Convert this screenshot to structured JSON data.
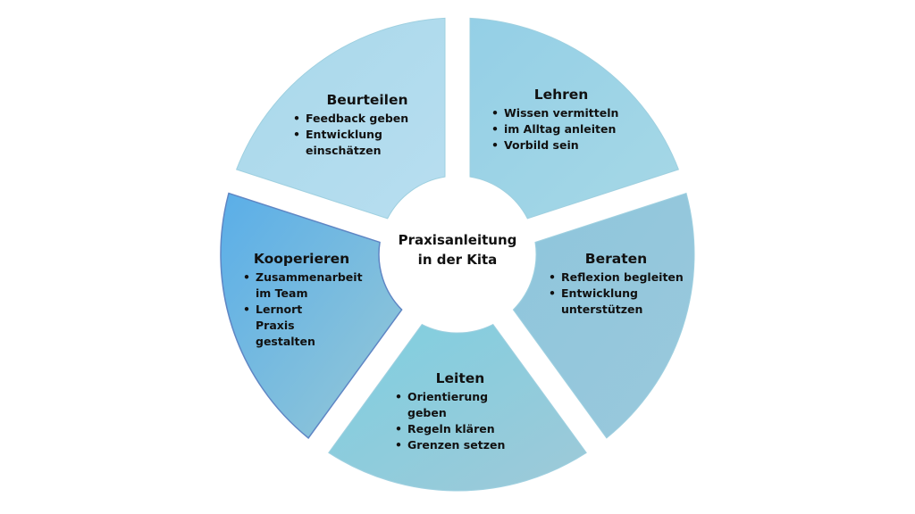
{
  "center": {
    "line1": "Praxisanleitung",
    "line2": "in der Kita"
  },
  "segments": [
    {
      "title": "Lehren",
      "items": [
        "Wissen vermitteln",
        "im Alltag anleiten",
        "Vorbild sein"
      ],
      "colors": [
        "#94cfe6",
        "#a6d8e6"
      ]
    },
    {
      "title": "Beraten",
      "items": [
        "Reflexion begleiten",
        "Entwicklung unterstützen"
      ],
      "colors": [
        "#8ec6dc",
        "#9ac8dc"
      ]
    },
    {
      "title": "Leiten",
      "items": [
        "Orientierung geben",
        "Regeln klären",
        "Grenzen setzen"
      ],
      "colors": [
        "#7fcfe0",
        "#9ec9d8"
      ]
    },
    {
      "title": "Kooperieren",
      "items": [
        "Zusammenarbeit im Team",
        "Lernort Praxis gestalten"
      ],
      "colors": [
        "#5aaee8",
        "#96c8d6"
      ]
    },
    {
      "title": "Beurteilen",
      "items": [
        "Feedback geben",
        "Entwicklung einschätzen"
      ],
      "colors": [
        "#a8d8ea",
        "#b8def0"
      ]
    }
  ]
}
